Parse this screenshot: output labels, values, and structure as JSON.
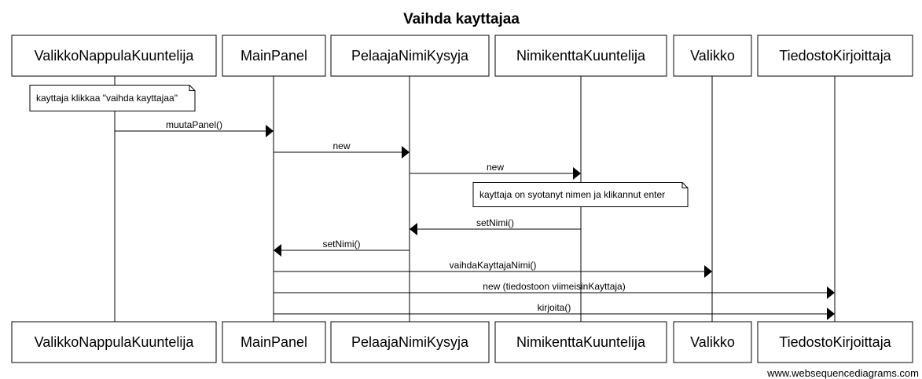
{
  "title": "Vaihda kayttajaa",
  "participants": [
    {
      "id": "p0",
      "label": "ValikkoNappulaKuuntelija"
    },
    {
      "id": "p1",
      "label": "MainPanel"
    },
    {
      "id": "p2",
      "label": "PelaajaNimiKysyja"
    },
    {
      "id": "p3",
      "label": "NimikenttaKuuntelija"
    },
    {
      "id": "p4",
      "label": "Valikko"
    },
    {
      "id": "p5",
      "label": "TiedostoKirjoittaja"
    }
  ],
  "events": [
    {
      "kind": "note",
      "over": 0,
      "text": "kayttaja klikkaa \"vaihda kayttajaa\""
    },
    {
      "kind": "message",
      "from": 0,
      "to": 1,
      "label": "muutaPanel()"
    },
    {
      "kind": "message",
      "from": 1,
      "to": 2,
      "label": "new"
    },
    {
      "kind": "message",
      "from": 2,
      "to": 3,
      "label": "new"
    },
    {
      "kind": "note",
      "over": 3,
      "text": "kayttaja on syotanyt nimen ja klikannut enter"
    },
    {
      "kind": "message",
      "from": 3,
      "to": 2,
      "label": "setNimi()"
    },
    {
      "kind": "message",
      "from": 2,
      "to": 1,
      "label": "setNimi()"
    },
    {
      "kind": "message",
      "from": 1,
      "to": 4,
      "label": "vaihdaKayttajaNimi()"
    },
    {
      "kind": "message",
      "from": 1,
      "to": 5,
      "label": "new (tiedostoon viimeisinKayttaja)"
    },
    {
      "kind": "message",
      "from": 1,
      "to": 5,
      "label": "kirjoita()"
    }
  ],
  "watermark": "www.websequencediagrams.com"
}
